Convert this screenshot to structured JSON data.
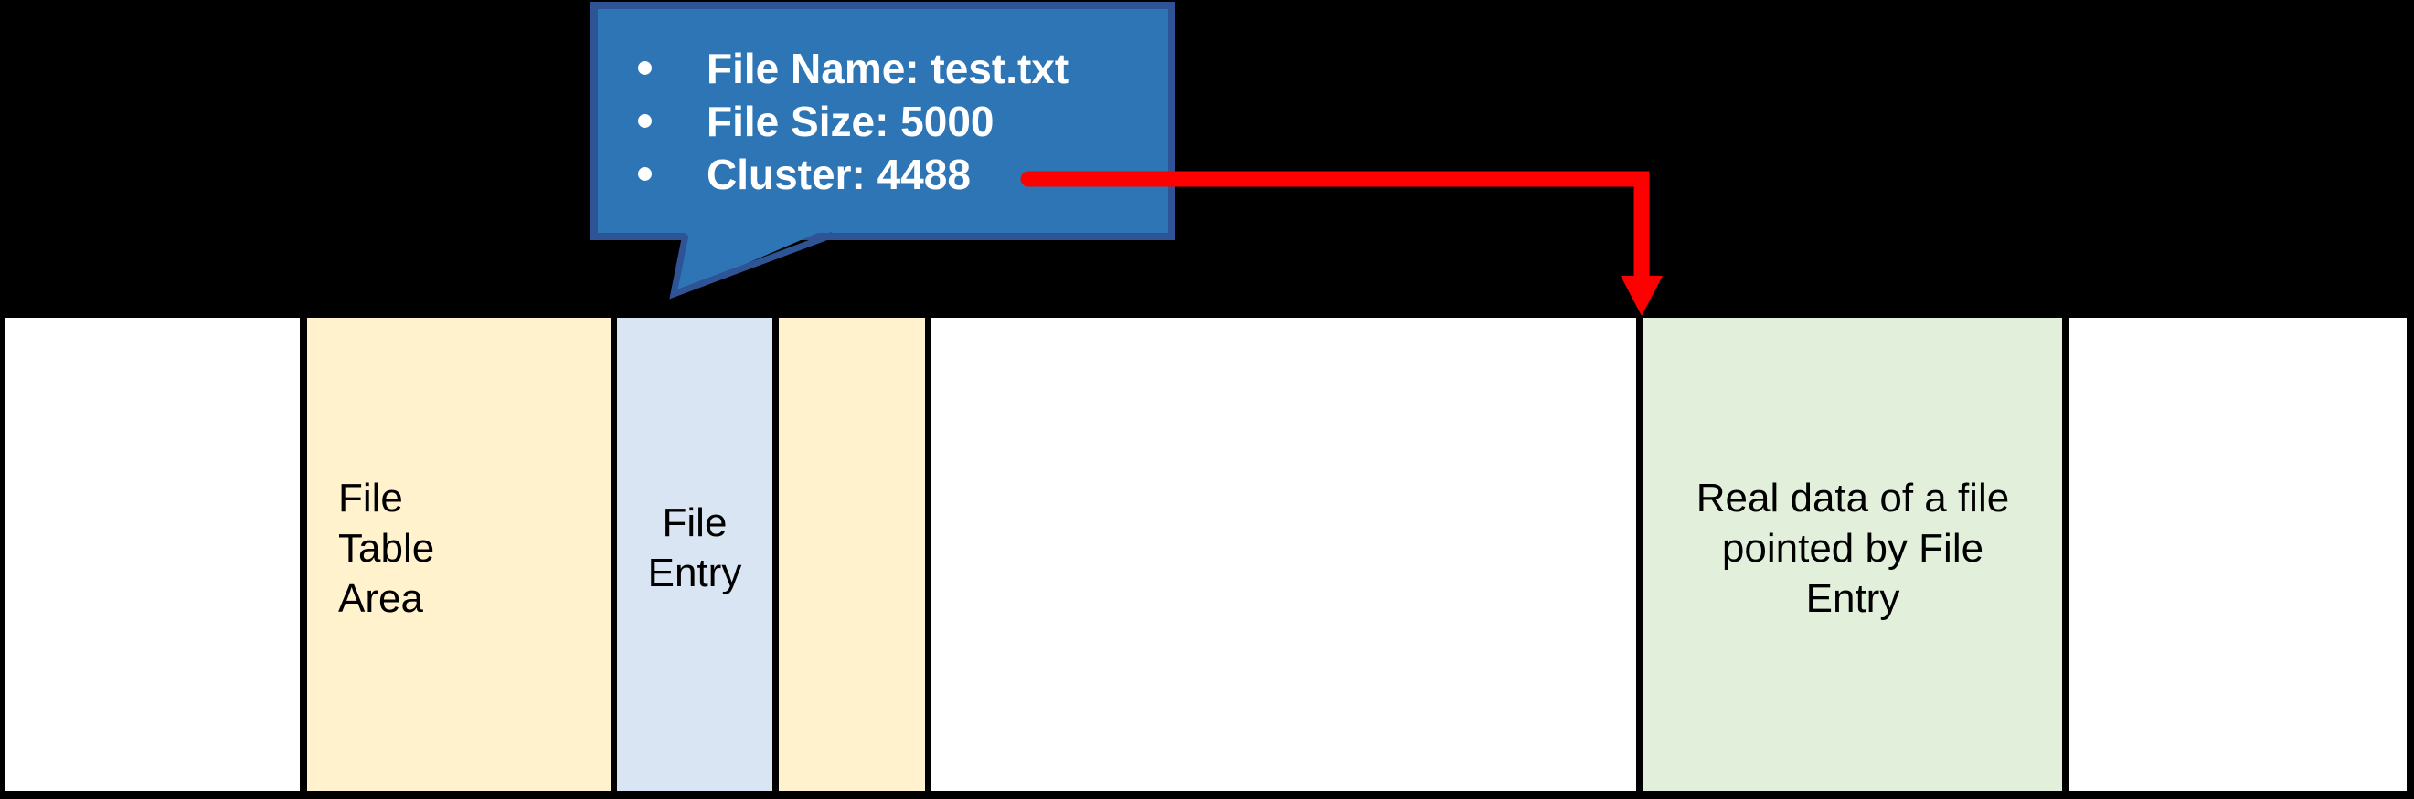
{
  "callout": {
    "bullets": [
      "File Name: test.txt",
      "File Size: 5000",
      "Cluster: 4488"
    ],
    "fill_color": "#2E75B6",
    "border_color": "#2F5496",
    "text_color": "#FFFFFF"
  },
  "arrow": {
    "color": "#FF0000"
  },
  "band": {
    "label_color": "#000000",
    "cells": [
      {
        "name": "empty-left",
        "color": "#FFFFFF",
        "lines": []
      },
      {
        "name": "file-table-area",
        "color": "#FFF2CC",
        "lines": [
          "File",
          "Table",
          "Area"
        ]
      },
      {
        "name": "file-entry",
        "color": "#DAE5F3",
        "lines": [
          "File",
          "Entry"
        ]
      },
      {
        "name": "file-table-area-right",
        "color": "#FFF2CC",
        "lines": []
      },
      {
        "name": "empty-middle",
        "color": "#FFFFFF",
        "lines": []
      },
      {
        "name": "real-data",
        "color": "#E2EFDA",
        "lines": [
          "Real data of a file",
          "pointed by File",
          "Entry"
        ]
      },
      {
        "name": "empty-right",
        "color": "#FFFFFF",
        "lines": []
      }
    ]
  },
  "background_color": "#000000"
}
